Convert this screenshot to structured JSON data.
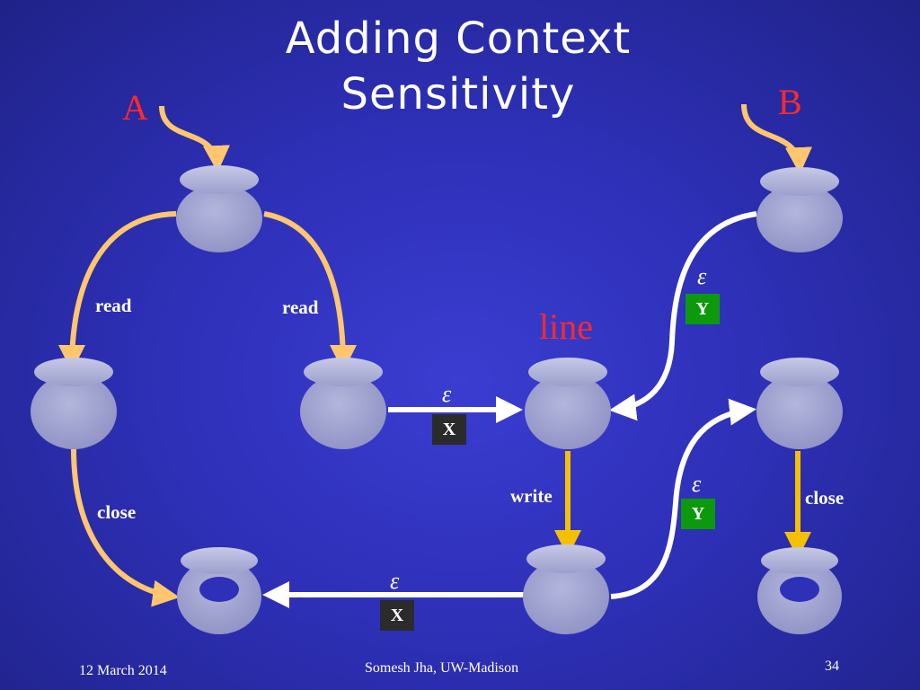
{
  "slide": {
    "title": "Adding Context Sensitivity",
    "footer_date": "12 March 2014",
    "footer_author": "Somesh Jha, UW-Madison",
    "page_number": "34"
  },
  "diagram": {
    "label_a": "A",
    "label_b": "B",
    "label_line": "line",
    "edge_read_left": "read",
    "edge_read_right": "read",
    "edge_close_left": "close",
    "edge_write": "write",
    "edge_close_right": "close",
    "epsilon": "ε",
    "tag_x": "X",
    "tag_y": "Y"
  },
  "colors": {
    "background": "#2e30b8",
    "node": "#9fa2cf",
    "orange_edge": "#ffc66e",
    "yellow_edge": "#f5c000",
    "white_edge": "#ffffff",
    "label_red": "#ff2a2a",
    "tag_dark": "#2b2b2b",
    "tag_green": "#0c9a0c"
  }
}
